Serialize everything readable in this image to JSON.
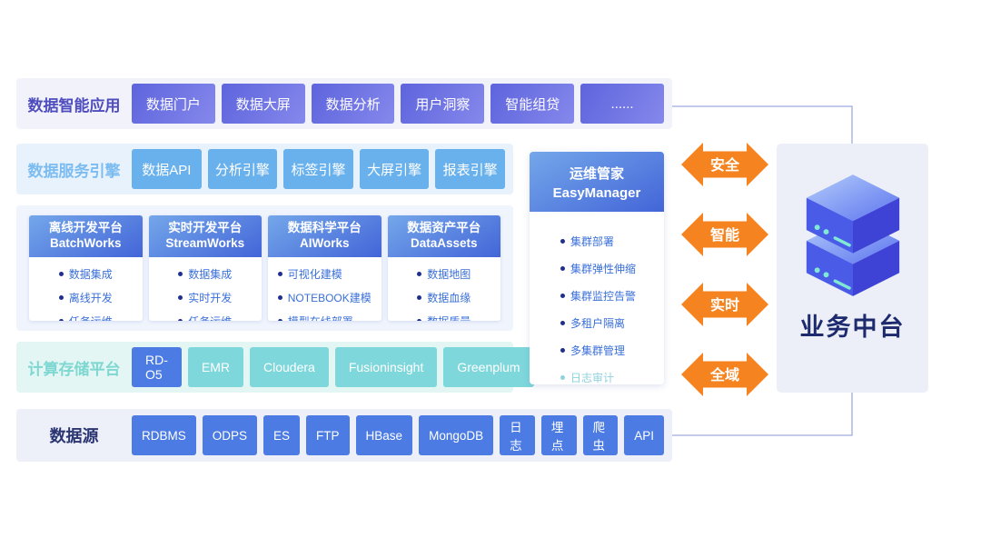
{
  "colors": {
    "app_purple": "#6A6FE0",
    "engine_blue": "#69B1EC",
    "card_header_blue": "#4365D8",
    "compute_teal": "#7ED7DB",
    "source_blue": "#4C7CE3",
    "arrow_orange": "#F5831F",
    "navy_text": "#1D2B6E",
    "muted_teal": "#8FD2DE"
  },
  "rows": {
    "apps": {
      "label": "数据智能应用",
      "items": [
        "数据门户",
        "数据大屏",
        "数据分析",
        "用户洞察",
        "智能组贷",
        "......"
      ]
    },
    "engines": {
      "label": "数据服务引擎",
      "items": [
        "数据API",
        "分析引擎",
        "标签引擎",
        "大屏引擎",
        "报表引擎"
      ]
    },
    "platforms": {
      "cards": [
        {
          "title": "离线开发平台",
          "name": "BatchWorks",
          "bullets": [
            "数据集成",
            "离线开发",
            "任务运维"
          ]
        },
        {
          "title": "实时开发平台",
          "name": "StreamWorks",
          "bullets": [
            "数据集成",
            "实时开发",
            "任务运维"
          ]
        },
        {
          "title": "数据科学平台",
          "name": "AIWorks",
          "bullets": [
            "可视化建模",
            "NOTEBOOK建模",
            "模型在线部署"
          ]
        },
        {
          "title": "数据资产平台",
          "name": "DataAssets",
          "bullets": [
            "数据地图",
            "数据血缘",
            "数据质量"
          ]
        }
      ]
    },
    "compute": {
      "label": "计算存储平台",
      "items": [
        "RD-O5",
        "EMR",
        "Cloudera",
        "Fusioninsight",
        "Greenplum"
      ]
    },
    "sources": {
      "label": "数据源",
      "items": [
        "RDBMS",
        "ODPS",
        "ES",
        "FTP",
        "HBase",
        "MongoDB",
        "日志",
        "埋点",
        "爬虫",
        "API"
      ]
    }
  },
  "easymanager": {
    "title": "运维管家",
    "name": "EasyManager",
    "bullets": [
      "集群部署",
      "集群弹性伸缩",
      "集群监控告警",
      "多租户隔离",
      "多集群管理",
      "日志审计"
    ]
  },
  "arrows": [
    "安全",
    "智能",
    "实时",
    "全域"
  ],
  "business": {
    "label": "业务中台"
  }
}
